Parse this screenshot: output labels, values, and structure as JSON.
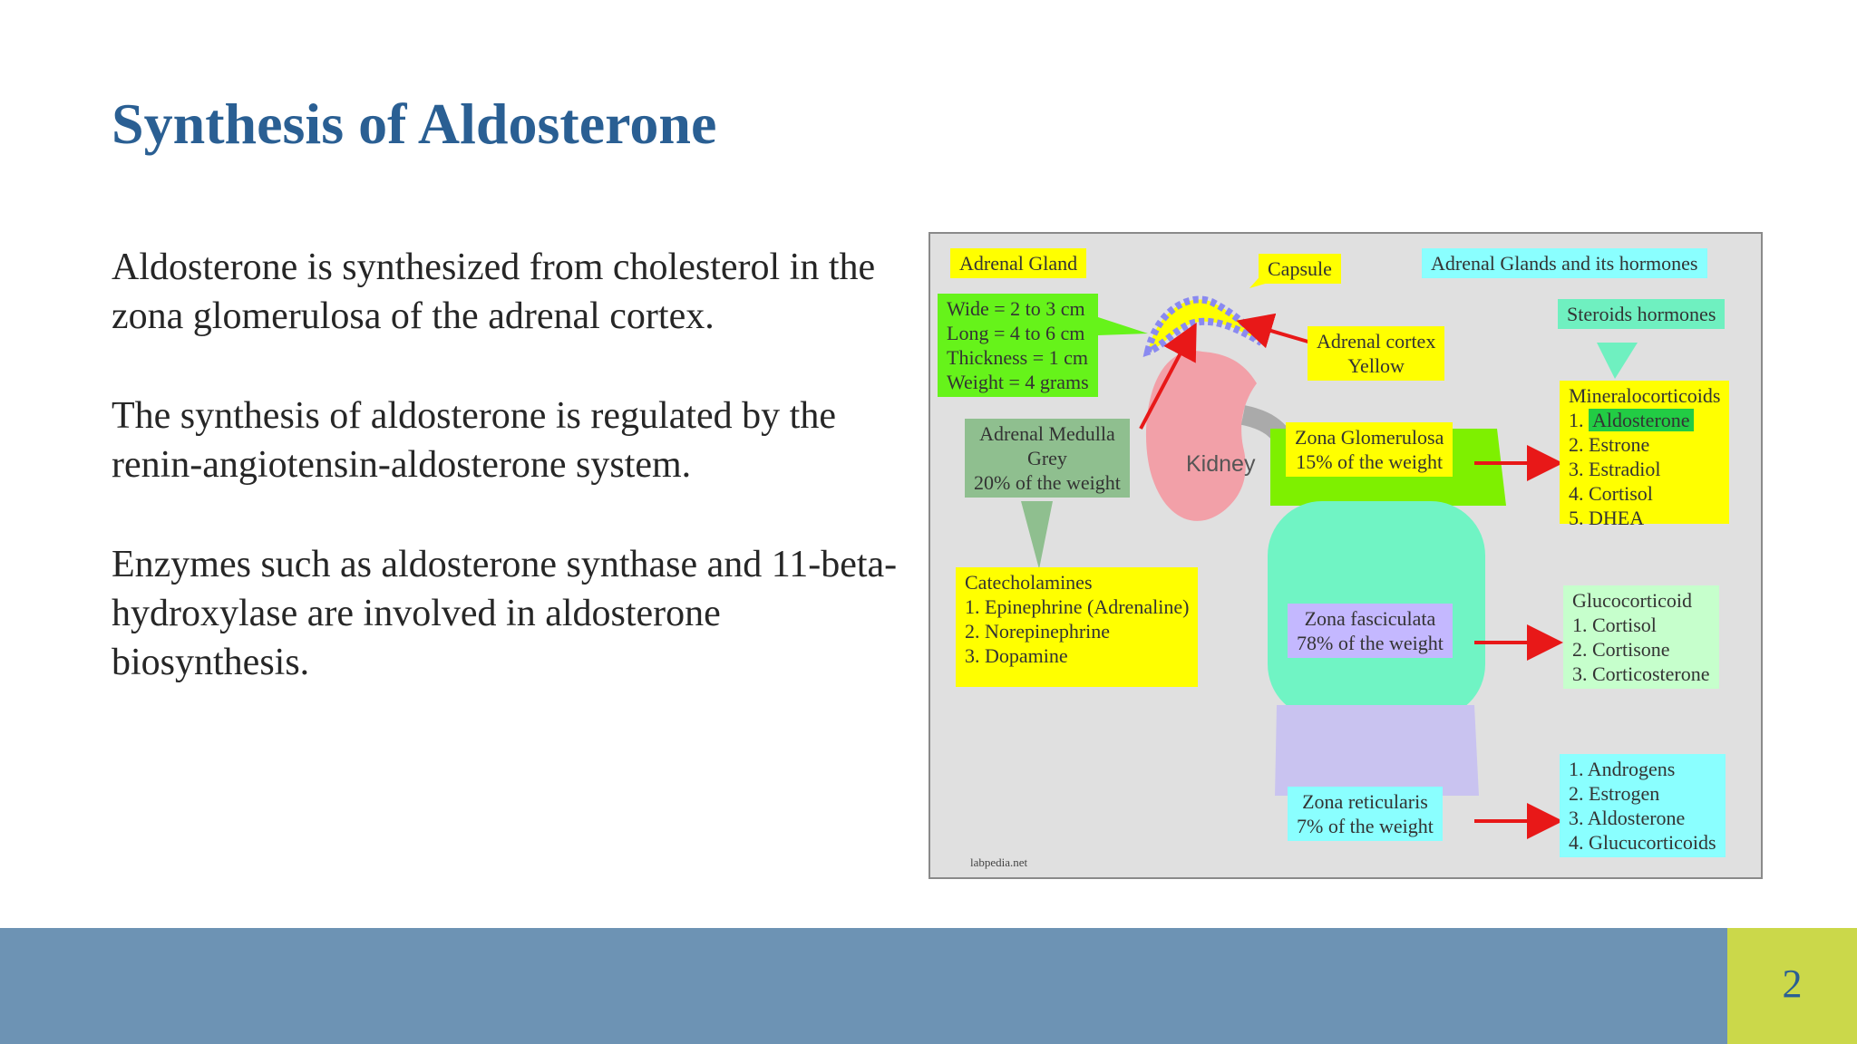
{
  "slide": {
    "title": "Synthesis of Aldosterone",
    "paragraphs": [
      "Aldosterone is synthesized from cholesterol in the zona glomerulosa of the adrenal cortex.",
      "The synthesis of aldosterone is regulated by the renin-angiotensin-aldosterone system.",
      "Enzymes such as aldosterone synthase and 11-beta-hydroxylase are involved in aldosterone biosynthesis."
    ],
    "page_number": "2"
  },
  "figure": {
    "adrenal_gland": "Adrenal Gland",
    "capsule": "Capsule",
    "header": "Adrenal Glands and its hormones",
    "dimensions": [
      "Wide = 2 to 3 cm",
      "Long = 4 to 6 cm",
      "Thickness = 1 cm",
      "Weight = 4 grams"
    ],
    "adrenal_cortex": [
      "Adrenal cortex",
      "Yellow"
    ],
    "steroids": "Steroids hormones",
    "medulla": [
      "Adrenal Medulla",
      "Grey",
      "20% of the weight"
    ],
    "kidney": "Kidney",
    "glomerulosa": [
      "Zona Glomerulosa",
      "15% of the weight"
    ],
    "mineralocorticoids": {
      "title": "Mineralocorticoids",
      "items": [
        "1. ",
        "Aldosterone",
        "2. Estrone",
        "3. Estradiol",
        "4. Cortisol",
        "5. DHEA"
      ]
    },
    "catecholamines": [
      "Catecholamines",
      "1. Epinephrine (Adrenaline)",
      "2. Norepinephrine",
      "3. Dopamine"
    ],
    "fasciculata": [
      "Zona fasciculata",
      "78% of the weight"
    ],
    "glucocorticoid": [
      "Glucocorticoid",
      "1. Cortisol",
      "2. Cortisone",
      "3. Corticosterone"
    ],
    "reticularis": [
      "Zona reticularis",
      "7% of the weight"
    ],
    "androgens": [
      "1. Androgens",
      "2. Estrogen",
      "3. Aldosterone",
      "4. Glucucorticoids"
    ],
    "credit": "labpedia.net"
  }
}
